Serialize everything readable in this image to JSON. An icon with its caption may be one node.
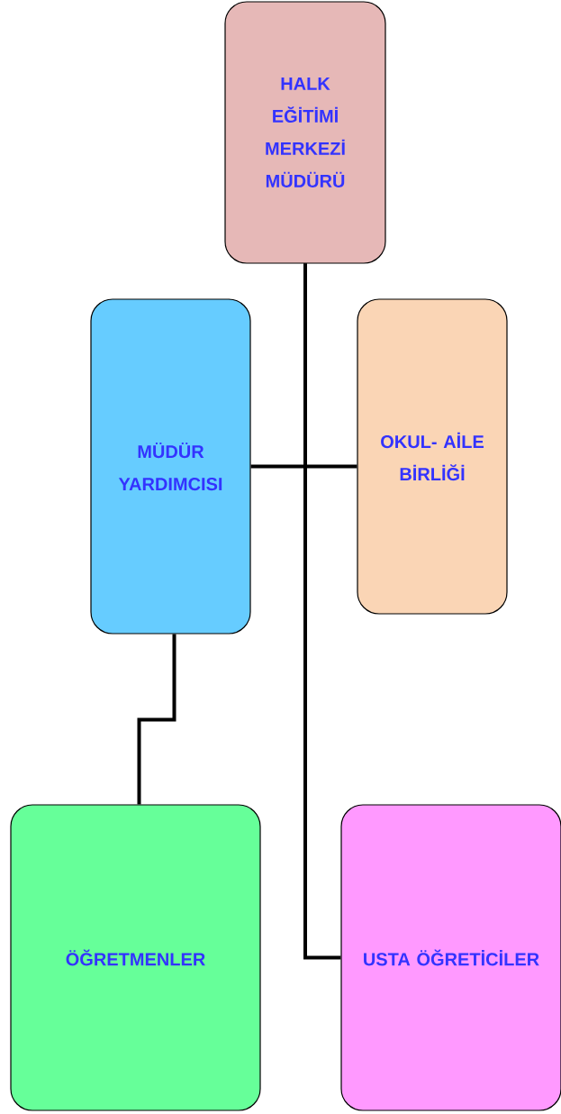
{
  "diagram": {
    "nodes": [
      {
        "text": [
          "HALK EĞİTİMİ MERKEZİ MÜDÜRÜ"
        ]
      },
      {
        "text": [
          "MÜDÜR YARDIMCISI"
        ]
      },
      {
        "text": [
          "OKUL- AİLE BİRLİĞİ"
        ]
      },
      {
        "text": [
          "ÖĞRETMENLER"
        ]
      },
      {
        "text": [
          "USTA ÖĞRETİCİLER"
        ]
      }
    ],
    "edges": [
      {
        "from": 0,
        "to": 1,
        "arrow": "none"
      },
      {
        "from": 0,
        "to": 2,
        "arrow": "none"
      },
      {
        "from": 0,
        "to": 4,
        "arrow": "none"
      },
      {
        "from": 1,
        "to": 3,
        "arrow": "none"
      }
    ]
  }
}
